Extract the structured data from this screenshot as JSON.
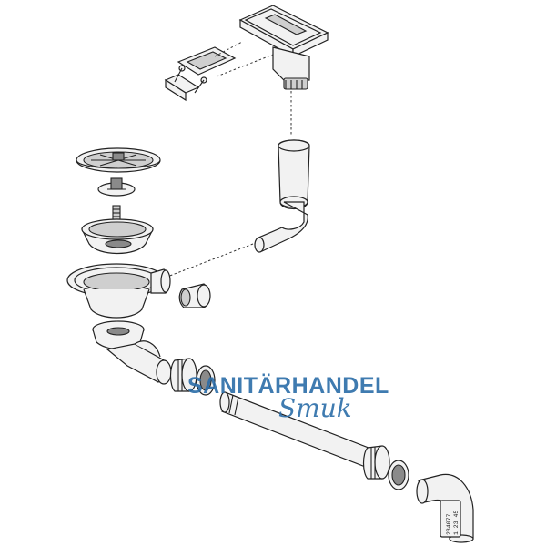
{
  "watermark": {
    "line1": "SANITÄRHANDEL",
    "line2": "Smuk",
    "color": "#2b6da8"
  },
  "part_labels": {
    "tag_code": "234077",
    "tag_sub": "1 23 45"
  },
  "colors": {
    "stroke": "#222222",
    "fill_light": "#f2f2f2",
    "fill_dark": "#8a8a8a"
  }
}
